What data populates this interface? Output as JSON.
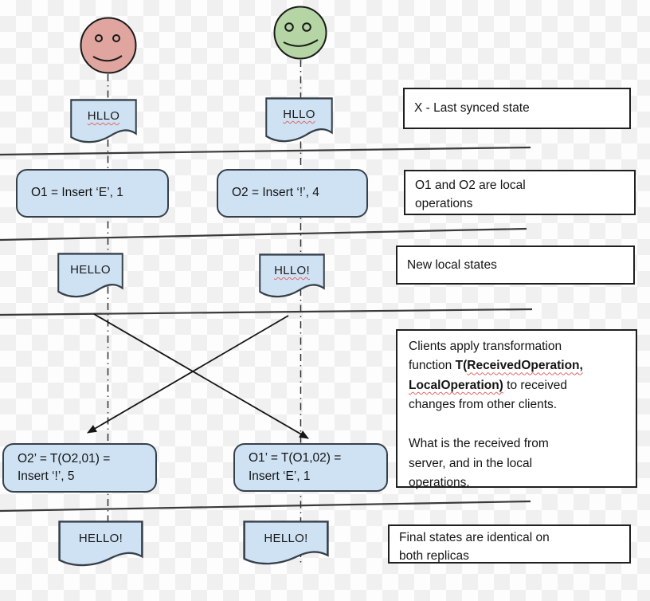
{
  "title_hint": "Operational transformation sequence diagram",
  "colors": {
    "shape_fill": "#cfe2f3",
    "shape_stroke": "#36404a",
    "client1_face_fill": "#dfa59e",
    "client2_face_fill": "#b5d6a4",
    "line": "#3a3a3a",
    "squiggle": "#e06666",
    "note_border": "#1f1f1f"
  },
  "documents": [
    {
      "label": "HLLO",
      "misspelled": true
    },
    {
      "label": "HLLO",
      "misspelled": true
    },
    {
      "label": "HELLO",
      "misspelled": false
    },
    {
      "label": "HLLO!",
      "misspelled": true
    },
    {
      "label": "HELLO!",
      "misspelled": false
    },
    {
      "label": "HELLO!",
      "misspelled": false
    }
  ],
  "operations": [
    {
      "text": "O1 = Insert ‘E’, 1"
    },
    {
      "text": "O2 = Insert ‘!’, 4"
    },
    {
      "text": "O2’ = T(O2,01) =\nInsert ‘!’, 5"
    },
    {
      "text": "O1’ = T(O1,02) =\nInsert ‘E’, 1"
    }
  ],
  "annotations": [
    {
      "text": "X - Last synced state"
    },
    {
      "text": "O1 and O2 are local\noperations"
    },
    {
      "text": "New local states"
    },
    {
      "rich": [
        {
          "text": "Clients apply transformation\nfunction "
        },
        {
          "text": "T(",
          "bold": true
        },
        {
          "text": "ReceivedOperation,",
          "bold": true,
          "wavy": true
        },
        {
          "text": "\n",
          "bold": true
        },
        {
          "text": "LocalOperation)",
          "bold": true,
          "wavy": true
        },
        {
          "text": " to received\nchanges from other clients.\n\nWhat is the received from\nserver, and in the local\noperations."
        }
      ]
    },
    {
      "text": "Final states are identical on\nboth replicas"
    }
  ]
}
